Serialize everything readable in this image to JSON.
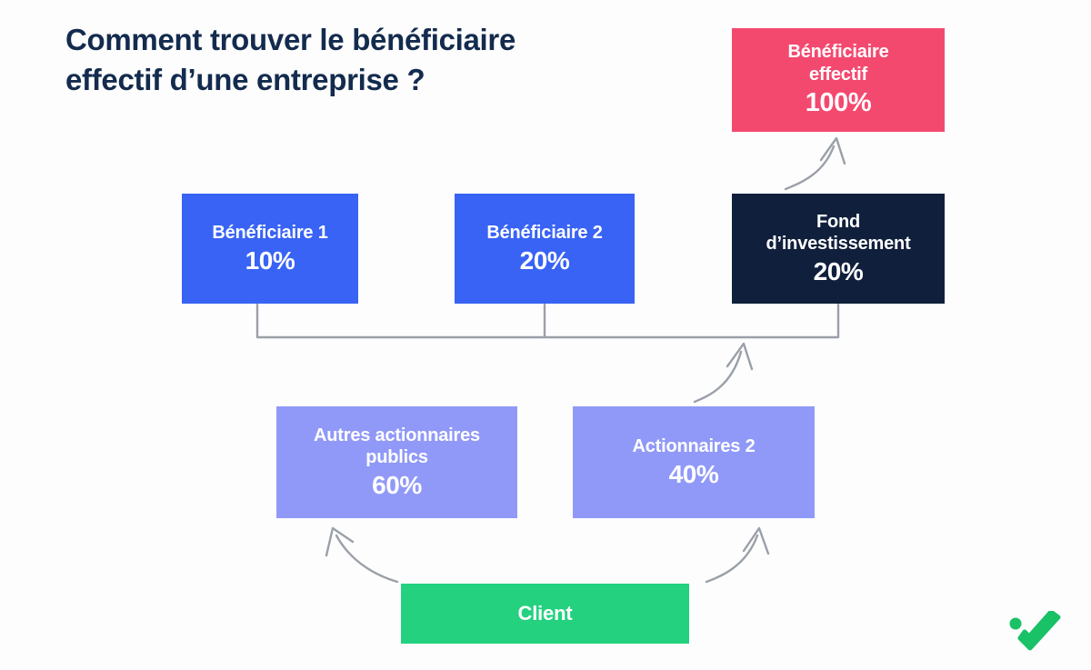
{
  "page": {
    "title": "Comment trouver le bénéficiaire\neffectif d’une entreprise ?",
    "background_color": "#fdfdfe",
    "title_color": "#132b4d"
  },
  "diagram": {
    "type": "ownership-hierarchy",
    "nodes": [
      {
        "id": "beneficiaire-effectif",
        "label": "Bénéficiaire\neffectif",
        "value": "100%",
        "color": "#f4496f",
        "level": "top"
      },
      {
        "id": "beneficiaire-1",
        "label": "Bénéficiaire 1",
        "value": "10%",
        "color": "#3863f5",
        "level": "middle"
      },
      {
        "id": "beneficiaire-2",
        "label": "Bénéficiaire 2",
        "value": "20%",
        "color": "#3863f5",
        "level": "middle"
      },
      {
        "id": "fond-investissement",
        "label": "Fond\nd’investissement",
        "value": "20%",
        "color": "#10203c",
        "level": "middle"
      },
      {
        "id": "autres-actionnaires-publics",
        "label": "Autres actionnaires\npublics",
        "value": "60%",
        "color": "#9099f7",
        "level": "shareholders"
      },
      {
        "id": "actionnaires-2",
        "label": "Actionnaires 2",
        "value": "40%",
        "color": "#9099f7",
        "level": "shareholders"
      },
      {
        "id": "client",
        "label": "Client",
        "value": "",
        "color": "#23d17f",
        "level": "bottom"
      }
    ],
    "connectors": [
      {
        "id": "arrow-fond-to-beneficiaire-effectif",
        "from": "fond-investissement",
        "to": "beneficiaire-effectif",
        "style": "curved-arrow"
      },
      {
        "id": "bracket-middle-row",
        "from": "beneficiaire-1, beneficiaire-2, fond-investissement",
        "to": "bracket",
        "style": "bracket"
      },
      {
        "id": "arrow-actionnaires-2-to-bracket",
        "from": "actionnaires-2",
        "to": "bracket",
        "style": "curved-arrow"
      },
      {
        "id": "arrow-client-to-autres-actionnaires",
        "from": "client",
        "to": "autres-actionnaires-publics",
        "style": "curved-arrow"
      },
      {
        "id": "arrow-client-to-actionnaires-2",
        "from": "client",
        "to": "actionnaires-2",
        "style": "curved-arrow"
      }
    ],
    "connector_color": "#9aa0a8"
  },
  "badge": {
    "icon": "check-icon",
    "color": "#19c167"
  }
}
